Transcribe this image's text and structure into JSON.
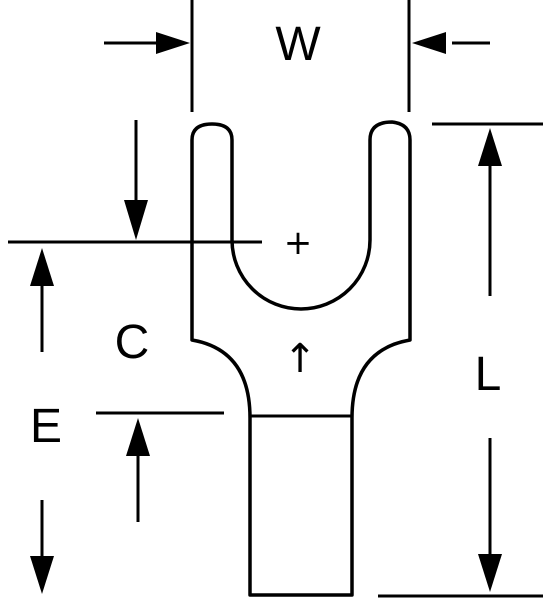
{
  "diagram": {
    "labels": {
      "width": "W",
      "length": "L",
      "center": "C",
      "end": "E"
    },
    "marks": {
      "stud_center": "+",
      "direction": "↑"
    },
    "colors": {
      "line": "#000000",
      "background": "#ffffff"
    }
  }
}
